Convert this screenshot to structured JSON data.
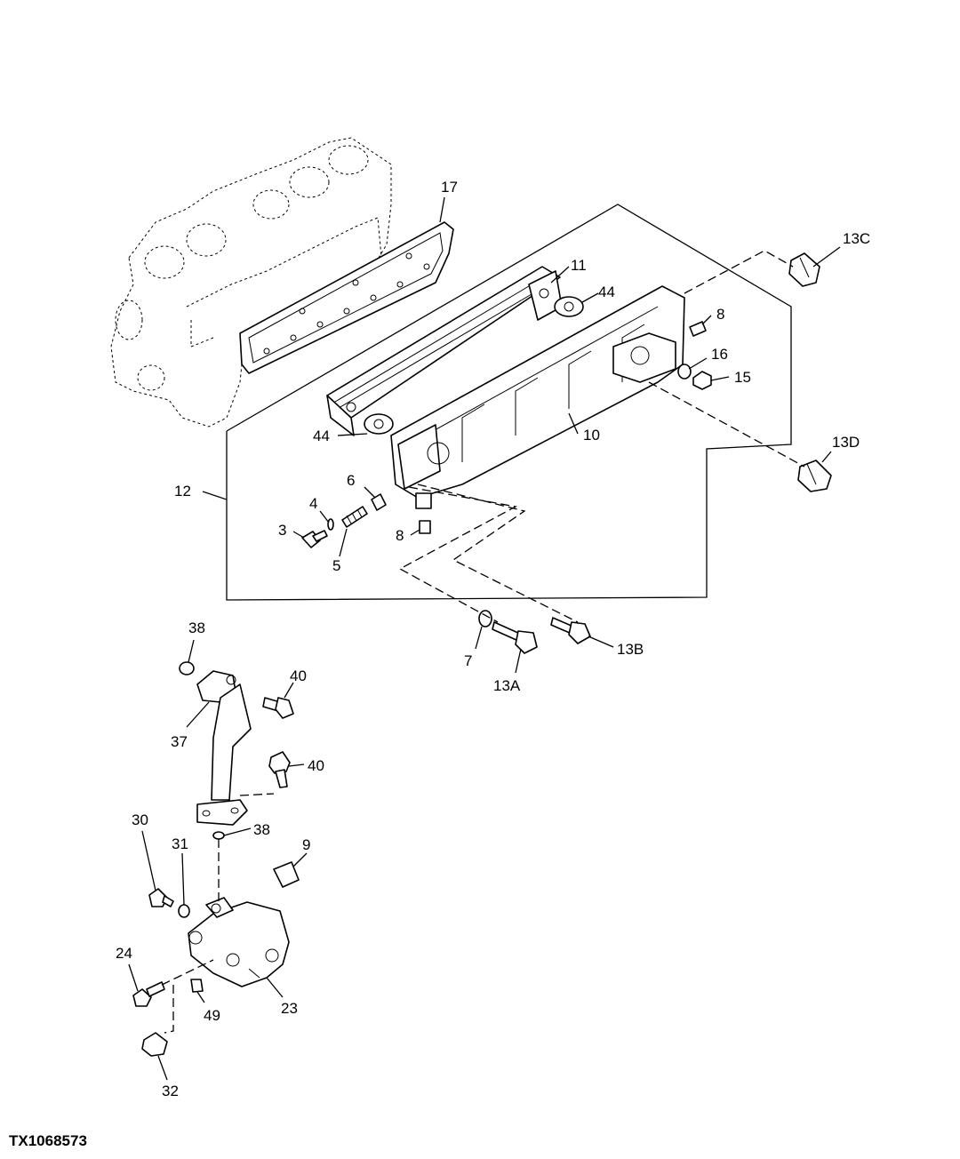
{
  "callouts": {
    "c17": "17",
    "c11": "11",
    "c44a": "44",
    "c13C": "13C",
    "c8a": "8",
    "c16": "16",
    "c15": "15",
    "c44b": "44",
    "c10": "10",
    "c13D": "13D",
    "c12": "12",
    "c6": "6",
    "c4": "4",
    "c3": "3",
    "c5": "5",
    "c8b": "8",
    "c7": "7",
    "c13A": "13A",
    "c13B": "13B",
    "c38a": "38",
    "c40a": "40",
    "c37": "37",
    "c40b": "40",
    "c30": "30",
    "c31": "31",
    "c38b": "38",
    "c9": "9",
    "c24": "24",
    "c23": "23",
    "c49": "49",
    "c32": "32"
  },
  "figure_id": "TX1068573"
}
